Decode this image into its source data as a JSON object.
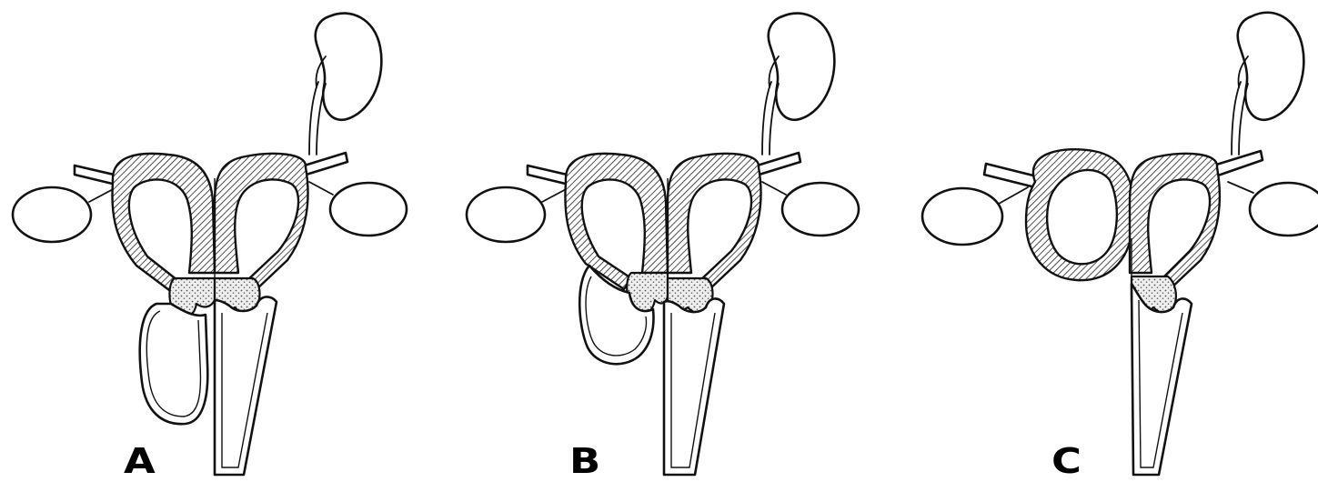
{
  "panels": [
    {
      "label": "A"
    },
    {
      "label": "B"
    },
    {
      "label": "C"
    }
  ],
  "colors": {
    "line": "#111111",
    "background": "#ffffff"
  }
}
